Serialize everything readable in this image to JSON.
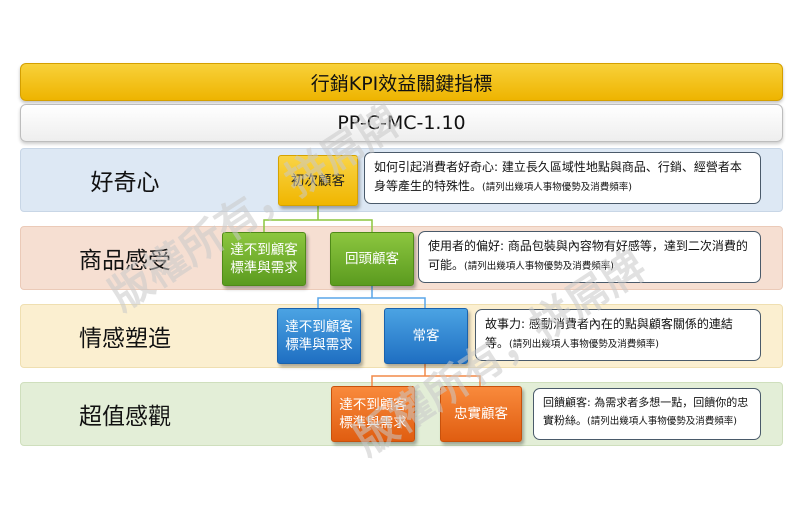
{
  "title": "行銷KPI效益關鍵指標",
  "code": "PP-C-MC-1.10",
  "colors": {
    "band1": "#dde8f4",
    "band2": "#f6dfd2",
    "band3": "#fbefd0",
    "band4": "#e3eed7",
    "yellow": "#f2bb00",
    "green": "#6aab2a",
    "blue": "#2b86d8",
    "orange": "#ee6e22"
  },
  "rows": [
    {
      "label": "好奇心",
      "nodes": [
        "初次顧客"
      ],
      "desc": "如何引起消費者好奇心: 建立長久區域性地點與商品、行銷、經營者本身等產生的特殊性。",
      "note": "(請列出幾項人事物優勢及消費頻率)"
    },
    {
      "label": "商品感受",
      "nodes": [
        "達不到顧客標準與需求",
        "回頭顧客"
      ],
      "desc": "使用者的偏好: 商品包裝與內容物有好感等，達到二次消費的可能。",
      "note": "(請列出幾項人事物優勢及消費頻率)"
    },
    {
      "label": "情感塑造",
      "nodes": [
        "達不到顧客標準與需求",
        "常客"
      ],
      "desc": "故事力: 感動消費者內在的點與顧客關係的連結等。",
      "note": "(請列出幾項人事物優勢及消費頻率)"
    },
    {
      "label": "超值感觀",
      "nodes": [
        "達不到顧客標準與需求",
        "忠實顧客"
      ],
      "desc": "回饋顧客: 為需求者多想一點，回饋你的忠實粉絲。",
      "note": "(請列出幾項人事物優勢及消費頻率)"
    }
  ],
  "watermark": "版權所有，拼屌牌"
}
